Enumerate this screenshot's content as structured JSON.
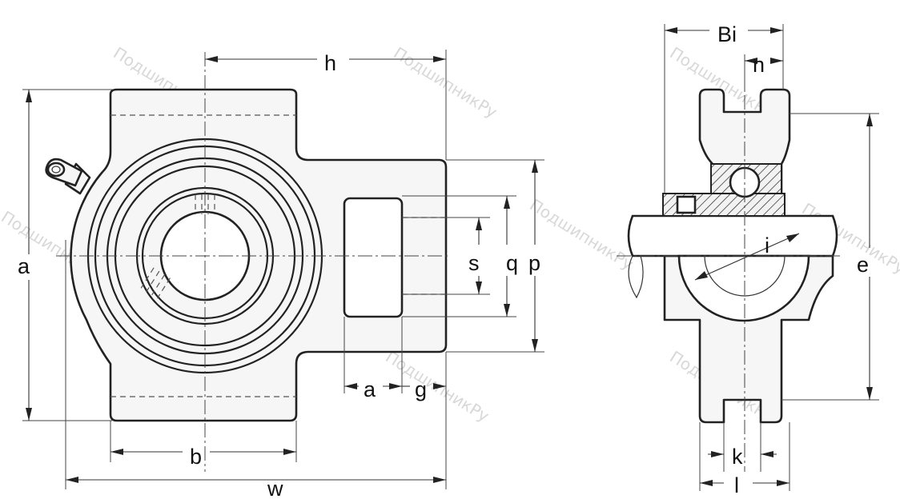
{
  "labels": {
    "a_left": "a",
    "h": "h",
    "s": "s",
    "q": "q",
    "p": "p",
    "a_bottom": "a",
    "g": "g",
    "b": "b",
    "w": "w",
    "Bi": "Bi",
    "n": "n",
    "i": "i",
    "e": "e",
    "k": "k",
    "l": "l"
  },
  "watermark": "ПодшипникРу",
  "colors": {
    "outline": "#222222",
    "fill": "#f6f6f6",
    "watermark": "#d8d8d8"
  }
}
